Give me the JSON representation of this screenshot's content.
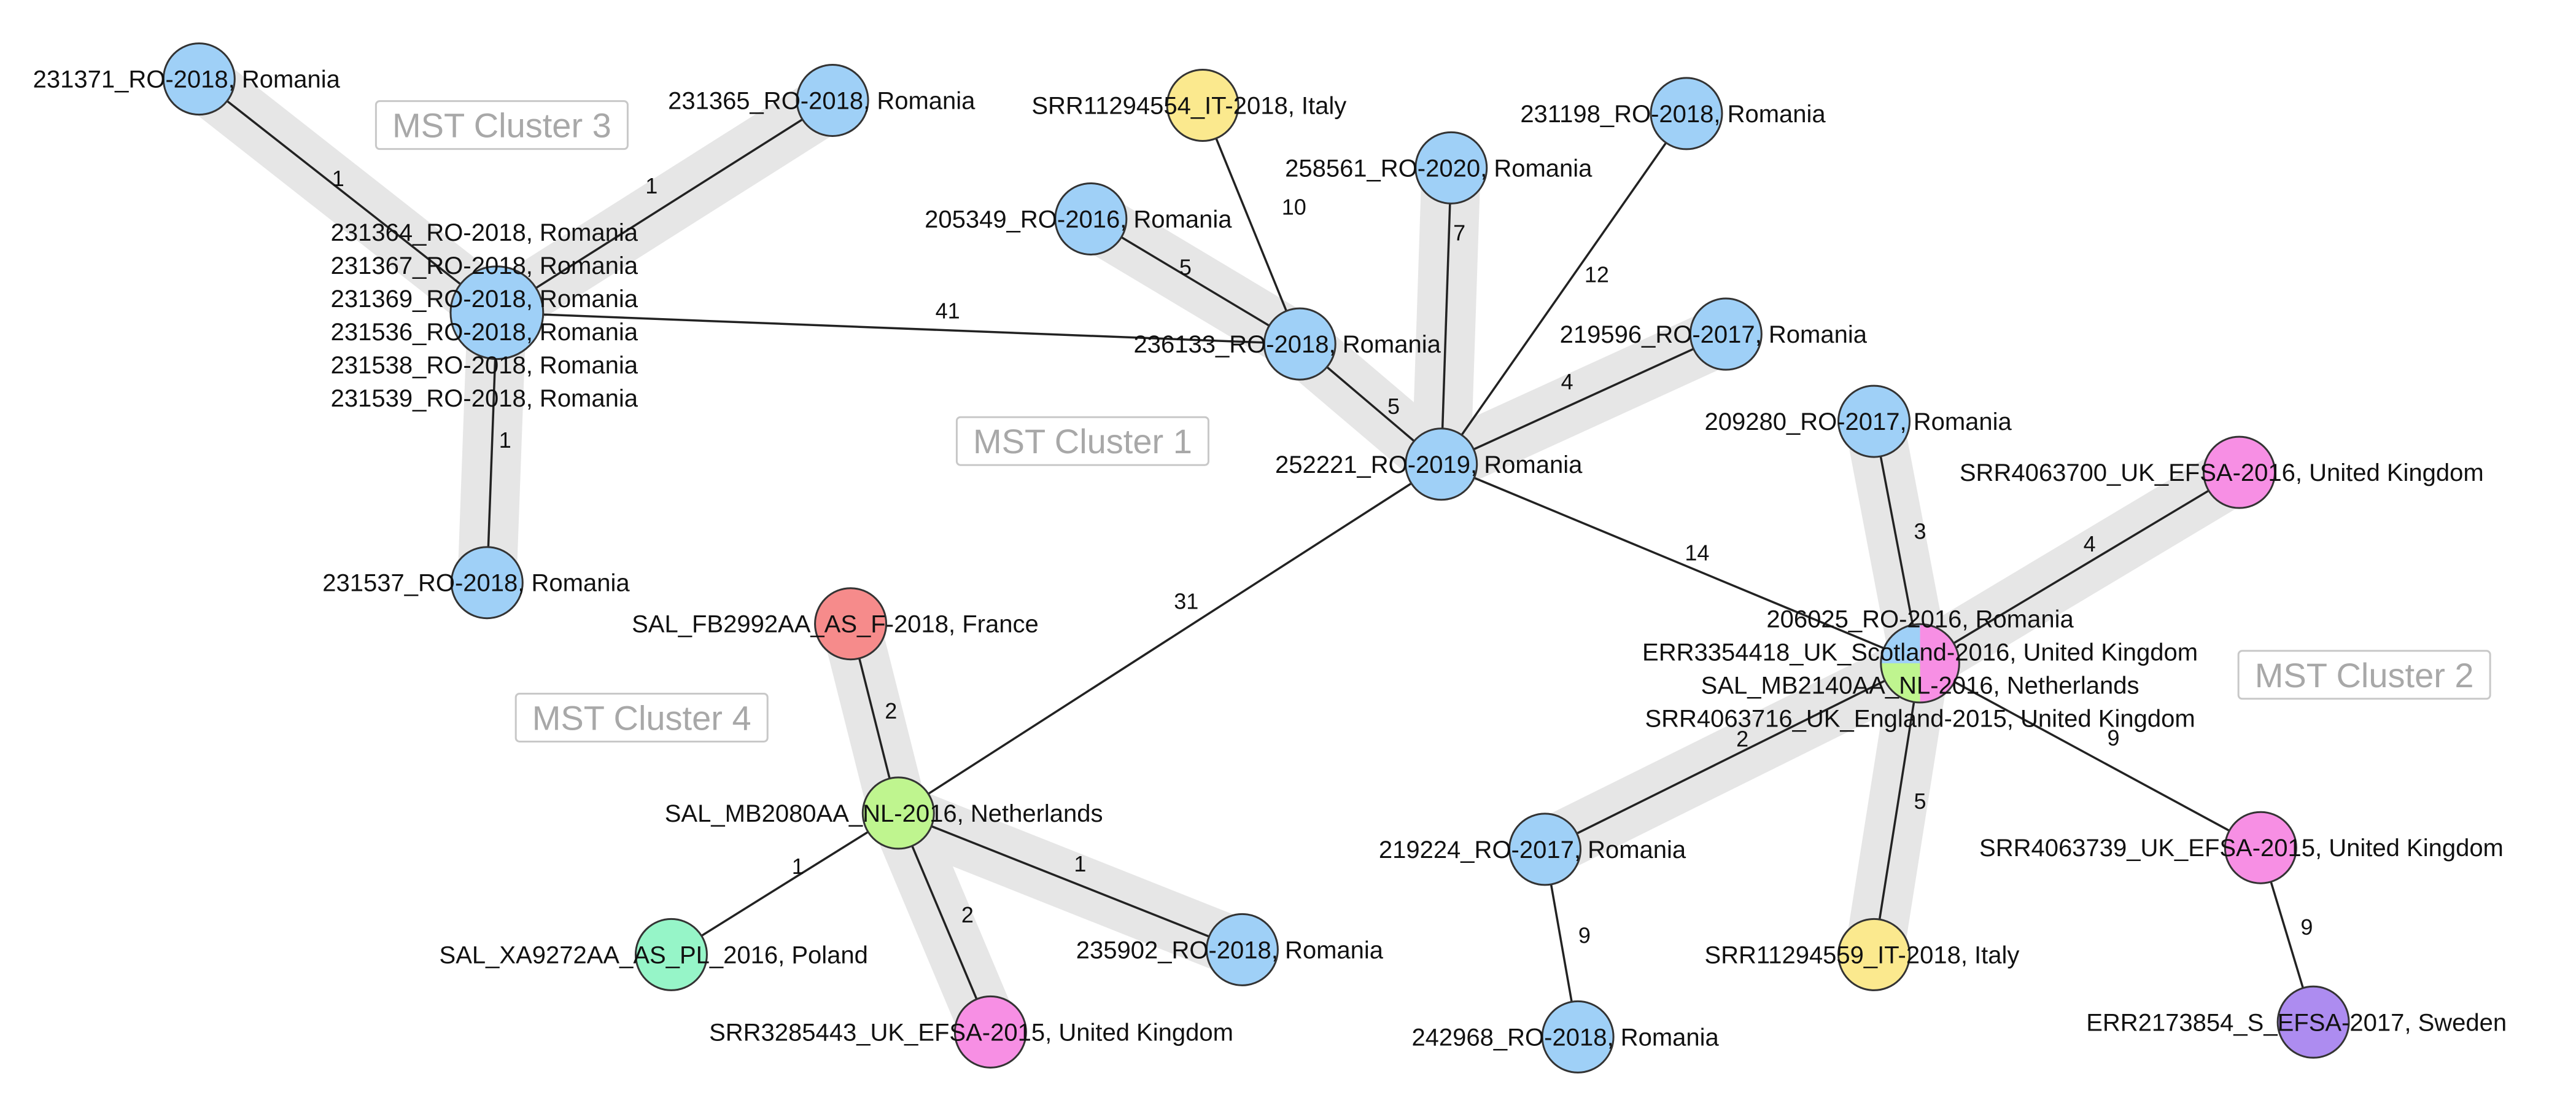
{
  "colors": {
    "Romania": "#9fd0f7",
    "Italy": "#fbe98e",
    "United Kingdom": "#f78fe4",
    "France": "#f68b8b",
    "Netherlands": "#bff58f",
    "Poland": "#96f5c8",
    "Sweden": "#ad8cf0"
  },
  "clusters": [
    {
      "id": "c1",
      "label": "MST Cluster 1"
    },
    {
      "id": "c2",
      "label": "MST Cluster 2"
    },
    {
      "id": "c3",
      "label": "MST Cluster 3"
    },
    {
      "id": "c4",
      "label": "MST Cluster 4"
    }
  ],
  "nodes": [
    {
      "id": "n231371",
      "lines": [
        "231371_RO-2018, Romania"
      ],
      "countries": [
        "Romania"
      ]
    },
    {
      "id": "n231365",
      "lines": [
        "231365_RO-2018, Romania"
      ],
      "countries": [
        "Romania"
      ]
    },
    {
      "id": "n231364",
      "lines": [
        "231364_RO-2018, Romania",
        "231367_RO-2018, Romania",
        "231369_RO-2018, Romania",
        "231536_RO-2018, Romania",
        "231538_RO-2018, Romania",
        "231539_RO-2018, Romania"
      ],
      "countries": [
        "Romania"
      ]
    },
    {
      "id": "n231537",
      "lines": [
        "231537_RO-2018, Romania"
      ],
      "countries": [
        "Romania"
      ]
    },
    {
      "id": "nSRR11294554",
      "lines": [
        "SRR11294554_IT-2018, Italy"
      ],
      "countries": [
        "Italy"
      ]
    },
    {
      "id": "n205349",
      "lines": [
        "205349_RO-2016, Romania"
      ],
      "countries": [
        "Romania"
      ]
    },
    {
      "id": "n258561",
      "lines": [
        "258561_RO-2020, Romania"
      ],
      "countries": [
        "Romania"
      ]
    },
    {
      "id": "n231198",
      "lines": [
        "231198_RO-2018, Romania"
      ],
      "countries": [
        "Romania"
      ]
    },
    {
      "id": "n236133",
      "lines": [
        "236133_RO-2018, Romania"
      ],
      "countries": [
        "Romania"
      ]
    },
    {
      "id": "n219596",
      "lines": [
        "219596_RO-2017, Romania"
      ],
      "countries": [
        "Romania"
      ]
    },
    {
      "id": "n252221",
      "lines": [
        "252221_RO-2019, Romania"
      ],
      "countries": [
        "Romania"
      ]
    },
    {
      "id": "n209280",
      "lines": [
        "209280_RO-2017, Romania"
      ],
      "countries": [
        "Romania"
      ]
    },
    {
      "id": "nSRR4063700",
      "lines": [
        "SRR4063700_UK_EFSA-2016, United Kingdom"
      ],
      "countries": [
        "United Kingdom"
      ]
    },
    {
      "id": "n206025",
      "lines": [
        "206025_RO-2016, Romania",
        "ERR3354418_UK_Scotland-2016, United Kingdom",
        "SAL_MB2140AA_NL-2016, Netherlands",
        "SRR4063716_UK_England-2015, United Kingdom"
      ],
      "countries": [
        "Romania",
        "United Kingdom",
        "Netherlands"
      ]
    },
    {
      "id": "nSAL_FB2992AA",
      "lines": [
        "SAL_FB2992AA_AS_F-2018, France"
      ],
      "countries": [
        "France"
      ]
    },
    {
      "id": "nSAL_MB2080AA",
      "lines": [
        "SAL_MB2080AA_NL-2016, Netherlands"
      ],
      "countries": [
        "Netherlands"
      ]
    },
    {
      "id": "nSAL_XA9272AA",
      "lines": [
        "SAL_XA9272AA_AS_PL_2016, Poland"
      ],
      "countries": [
        "Poland"
      ]
    },
    {
      "id": "nSRR3285443",
      "lines": [
        "SRR3285443_UK_EFSA-2015, United Kingdom"
      ],
      "countries": [
        "United Kingdom"
      ]
    },
    {
      "id": "n235902",
      "lines": [
        "235902_RO-2018, Romania"
      ],
      "countries": [
        "Romania"
      ]
    },
    {
      "id": "n219224",
      "lines": [
        "219224_RO-2017, Romania"
      ],
      "countries": [
        "Romania"
      ]
    },
    {
      "id": "n242968",
      "lines": [
        "242968_RO-2018, Romania"
      ],
      "countries": [
        "Romania"
      ]
    },
    {
      "id": "nSRR11294559",
      "lines": [
        "SRR11294559_IT-2018, Italy"
      ],
      "countries": [
        "Italy"
      ]
    },
    {
      "id": "nSRR4063739",
      "lines": [
        "SRR4063739_UK_EFSA-2015, United Kingdom"
      ],
      "countries": [
        "United Kingdom"
      ]
    },
    {
      "id": "nERR2173854",
      "lines": [
        "ERR2173854_S_EFSA-2017, Sweden"
      ],
      "countries": [
        "Sweden"
      ]
    }
  ],
  "edges": [
    {
      "source": "n231371",
      "target": "n231364",
      "weight": "1"
    },
    {
      "source": "n231365",
      "target": "n231364",
      "weight": "1"
    },
    {
      "source": "n231364",
      "target": "n231537",
      "weight": "1"
    },
    {
      "source": "n231364",
      "target": "n236133",
      "weight": "41"
    },
    {
      "source": "nSRR11294554",
      "target": "n236133",
      "weight": "10"
    },
    {
      "source": "n205349",
      "target": "n236133",
      "weight": "5"
    },
    {
      "source": "n236133",
      "target": "n252221",
      "weight": "5"
    },
    {
      "source": "n258561",
      "target": "n252221",
      "weight": "7"
    },
    {
      "source": "n231198",
      "target": "n252221",
      "weight": "12"
    },
    {
      "source": "n219596",
      "target": "n252221",
      "weight": "4"
    },
    {
      "source": "n252221",
      "target": "nSAL_MB2080AA",
      "weight": "31"
    },
    {
      "source": "n252221",
      "target": "n206025",
      "weight": "14"
    },
    {
      "source": "n209280",
      "target": "n206025",
      "weight": "3"
    },
    {
      "source": "nSRR4063700",
      "target": "n206025",
      "weight": "4"
    },
    {
      "source": "n206025",
      "target": "n219224",
      "weight": "2"
    },
    {
      "source": "n206025",
      "target": "nSRR11294559",
      "weight": "5"
    },
    {
      "source": "n206025",
      "target": "nSRR4063739",
      "weight": "9"
    },
    {
      "source": "n219224",
      "target": "n242968",
      "weight": "9"
    },
    {
      "source": "nSRR4063739",
      "target": "nERR2173854",
      "weight": "9"
    },
    {
      "source": "nSAL_FB2992AA",
      "target": "nSAL_MB2080AA",
      "weight": "2"
    },
    {
      "source": "nSAL_MB2080AA",
      "target": "nSAL_XA9272AA",
      "weight": "1"
    },
    {
      "source": "nSAL_MB2080AA",
      "target": "nSRR3285443",
      "weight": "2"
    },
    {
      "source": "nSAL_MB2080AA",
      "target": "n235902",
      "weight": "1"
    }
  ]
}
